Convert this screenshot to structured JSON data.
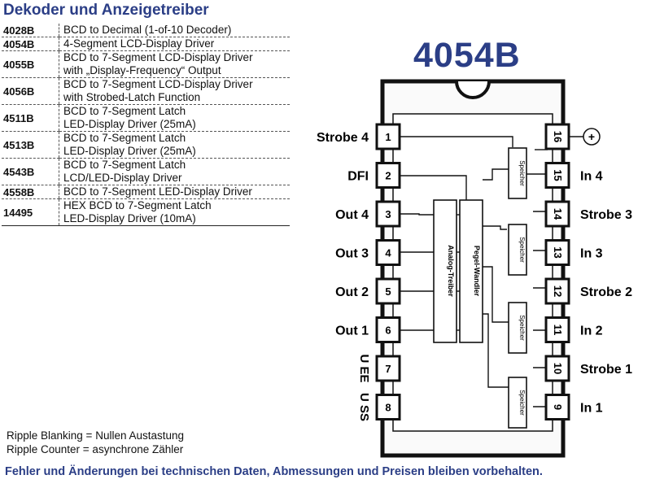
{
  "title": "Dekoder und Anzeigetreiber",
  "chip_name": "4054B",
  "table": [
    {
      "num": "4028B",
      "lines": [
        "BCD to Decimal (1-of-10 Decoder)"
      ]
    },
    {
      "num": "4054B",
      "lines": [
        "4-Segment LCD-Display Driver"
      ]
    },
    {
      "num": "4055B",
      "lines": [
        "BCD to 7-Segment LCD-Display Driver",
        "with „Display-Frequency“ Output"
      ]
    },
    {
      "num": "4056B",
      "lines": [
        "BCD to 7-Segment LCD-Display Driver",
        "with Strobed-Latch Function"
      ]
    },
    {
      "num": "4511B",
      "lines": [
        "BCD to 7-Segment Latch",
        "LED-Display Driver (25mA)"
      ]
    },
    {
      "num": "4513B",
      "lines": [
        "BCD to 7-Segment Latch",
        "LED-Display Driver (25mA)"
      ]
    },
    {
      "num": "4543B",
      "lines": [
        "BCD to 7-Segment Latch",
        "LCD/LED-Display Driver"
      ]
    },
    {
      "num": "4558B",
      "lines": [
        "BCD to 7-Segment LED-Display Driver"
      ]
    },
    {
      "num": "14495",
      "lines": [
        "HEX BCD to 7-Segment Latch",
        "LED-Display Driver (10mA)"
      ]
    }
  ],
  "notes": [
    "Ripple Blanking = Nullen Austastung",
    "Ripple Counter = asynchrone Zähler"
  ],
  "footer": "Fehler und Änderungen bei technischen Daten, Abmessungen und Preisen bleiben vorbehalten.",
  "pinout": {
    "left_pins": [
      {
        "num": "1",
        "label": "Strobe 4"
      },
      {
        "num": "2",
        "label": "DFI"
      },
      {
        "num": "3",
        "label": "Out 4"
      },
      {
        "num": "4",
        "label": "Out 3"
      },
      {
        "num": "5",
        "label": "Out 2"
      },
      {
        "num": "6",
        "label": "Out 1"
      },
      {
        "num": "7",
        "label": "U EE"
      },
      {
        "num": "8",
        "label": "U SS"
      }
    ],
    "right_pins": [
      {
        "num": "16",
        "label": "+"
      },
      {
        "num": "15",
        "label": "In 4"
      },
      {
        "num": "14",
        "label": "Strobe 3"
      },
      {
        "num": "13",
        "label": "In 3"
      },
      {
        "num": "12",
        "label": "Strobe 2"
      },
      {
        "num": "11",
        "label": "In 2"
      },
      {
        "num": "10",
        "label": "Strobe 1"
      },
      {
        "num": "9",
        "label": "In 1"
      }
    ],
    "blocks": {
      "driver": "Analog-Treiber",
      "shifter": "Pegel-Wandler",
      "latch": "Speicher"
    }
  }
}
